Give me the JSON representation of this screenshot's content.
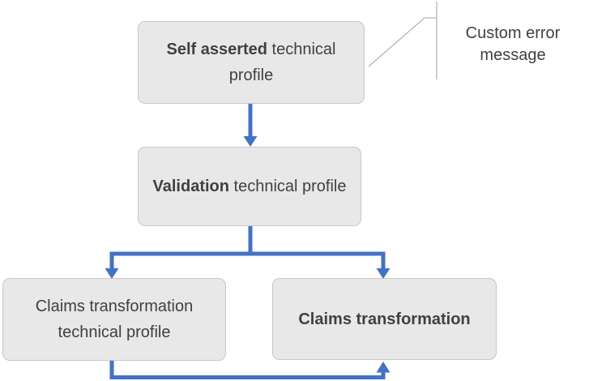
{
  "diagram": {
    "nodes": [
      {
        "bold": "Self asserted",
        "rest": " technical profile"
      },
      {
        "bold": "Validation",
        "rest": " technical profile"
      },
      {
        "bold": "",
        "rest": "Claims transformation technical profile"
      },
      {
        "bold": "Claims transformation",
        "rest": ""
      }
    ],
    "callout": {
      "text": "Custom error message"
    },
    "colors": {
      "arrow_blue": "#4472c4",
      "box_fill": "#e9e8e8",
      "box_border": "#c8c7c7",
      "text_color": "#404040",
      "callout_line": "#b6b6b6"
    }
  }
}
